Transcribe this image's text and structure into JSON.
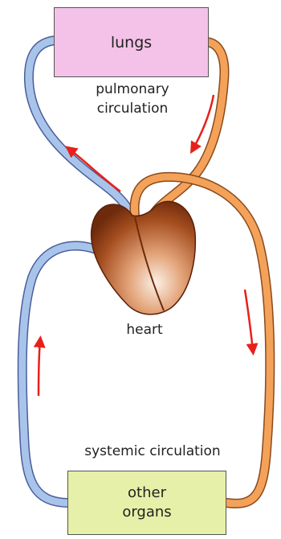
{
  "diagram": {
    "lungs_label": "lungs",
    "pulmonary_label": "pulmonary\ncirculation",
    "heart_label": "heart",
    "systemic_label": "systemic circulation",
    "organs_label": "other\norgans"
  },
  "colors": {
    "lungs_fill": "#f4c2e8",
    "organs_fill": "#e6f0a8",
    "deoxygenated_vessel": "#a9c4ea",
    "oxygenated_vessel": "#f4a25a",
    "vessel_outline": "#4a5e9a",
    "flow_arrow": "#e8201a",
    "heart_dark": "#7a2f0f",
    "heart_light": "#f7e3d2"
  }
}
